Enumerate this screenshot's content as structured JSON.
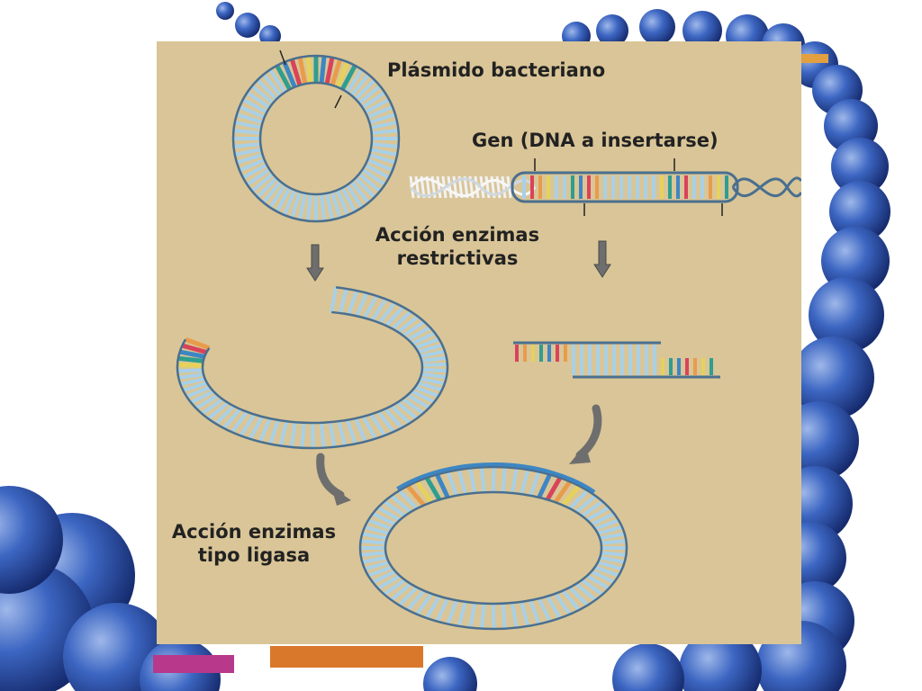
{
  "diagram": {
    "labels": {
      "plasmid": "Plásmido bacteriano",
      "gene": "Gen (DNA a insertarse)",
      "restriction_line1": "Acción enzimas",
      "restriction_line2": "restrictivas",
      "ligase_line1": "Acción enzimas",
      "ligase_line2": "tipo ligasa"
    },
    "colors": {
      "panel": "#d9c597",
      "dna_strand": "#4a6f8f",
      "rung": "#a9d0e6",
      "base_red": "#d9435a",
      "base_orange": "#e89c4a",
      "base_yellow": "#e6d25a",
      "base_teal": "#2e9e8f",
      "base_blue": "#3d86c4",
      "arrow": "#6e6e6e",
      "background_sphere": "#3c66c2"
    }
  }
}
